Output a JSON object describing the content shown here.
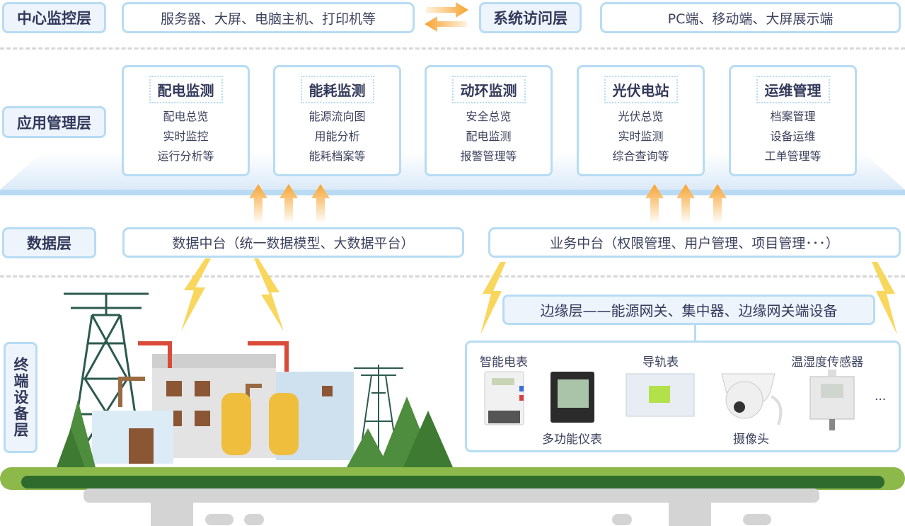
{
  "central": {
    "label": "中心监控层",
    "content": "服务器、大屏、电脑主机、打印机等"
  },
  "access": {
    "label": "系统访问层",
    "content": "PC端、移动端、大屏展示端"
  },
  "app": {
    "label": "应用管理层",
    "cards": [
      {
        "title": "配电监测",
        "items": [
          "配电总览",
          "实时监控",
          "运行分析等"
        ]
      },
      {
        "title": "能耗监测",
        "items": [
          "能源流向图",
          "用能分析",
          "能耗档案等"
        ]
      },
      {
        "title": "动环监测",
        "items": [
          "安全总览",
          "配电监测",
          "报警管理等"
        ]
      },
      {
        "title": "光伏电站",
        "items": [
          "光伏总览",
          "实时监测",
          "综合查询等"
        ]
      },
      {
        "title": "运维管理",
        "items": [
          "档案管理",
          "设备运维",
          "工单管理等"
        ]
      }
    ]
  },
  "data": {
    "label": "数据层",
    "left": "数据中台（统一数据模型、大数据平台）",
    "right": "业务中台（权限管理、用户管理、项目管理･･･）"
  },
  "edge": {
    "label": "边缘层——能源网关、集中器、边缘网关端设备"
  },
  "terminal": {
    "label": "终端设备层",
    "devices": [
      "智能电表",
      "多功能仪表",
      "导轨表",
      "摄像头",
      "温湿度传感器",
      "..."
    ]
  }
}
